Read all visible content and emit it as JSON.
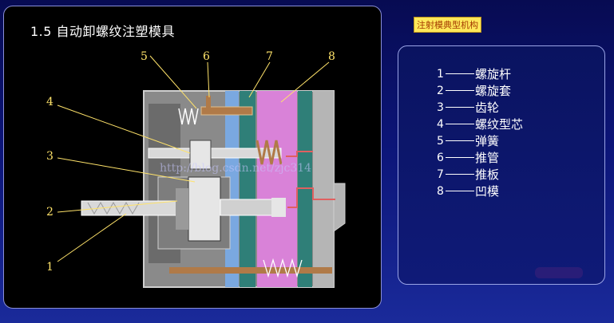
{
  "title": "1.5 自动卸螺纹注塑模具",
  "tag_label": "注射模典型机构",
  "callouts": [
    "5",
    "6",
    "7",
    "8",
    "4",
    "3",
    "2",
    "1"
  ],
  "legend": [
    {
      "num": "1",
      "label": "螺旋杆"
    },
    {
      "num": "2",
      "label": "螺旋套"
    },
    {
      "num": "3",
      "label": "齿轮"
    },
    {
      "num": "4",
      "label": "螺纹型芯"
    },
    {
      "num": "5",
      "label": "弹簧"
    },
    {
      "num": "6",
      "label": "推管"
    },
    {
      "num": "7",
      "label": "推板"
    },
    {
      "num": "8",
      "label": "凹模"
    }
  ],
  "watermark": "http://blog.csdn.net/zjc314",
  "colors": {
    "plate_gray": "#8a8a8a",
    "plate_light": "#c8c8c8",
    "cavity_pink": "#d982d8",
    "ejector_teal": "#2f7f78",
    "rod_brown": "#b07a48",
    "core_blue": "#7aa8e0",
    "callout_yellow": "#ffe36a"
  }
}
